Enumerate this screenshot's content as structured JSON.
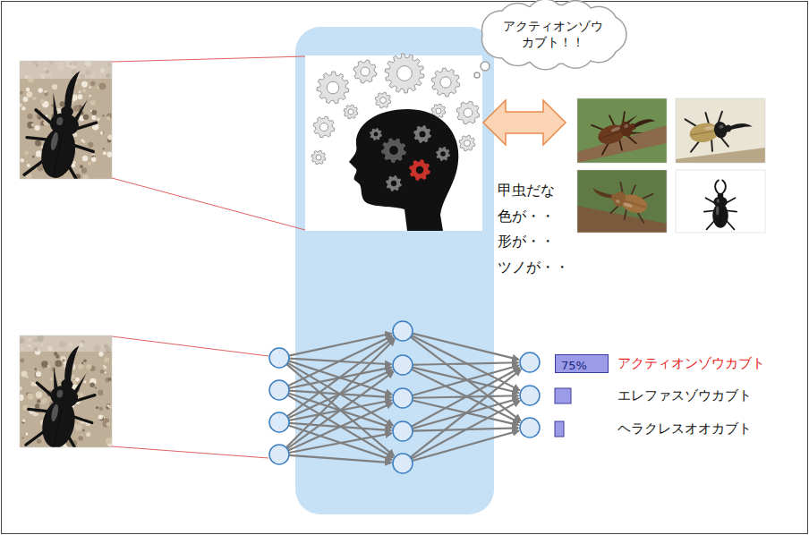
{
  "diagram": {
    "nodes": [
      {
        "text": [
          "アクティオンゾウ カブト！！"
        ]
      },
      {
        "text": [
          "75%"
        ]
      }
    ],
    "labels": [
      "甲虫だな",
      "色が・・",
      "形が・・",
      "ツノが・・",
      "アクティオンゾウカブト",
      "エレファスゾウカブト",
      "ヘラクレスオオカブト"
    ]
  }
}
